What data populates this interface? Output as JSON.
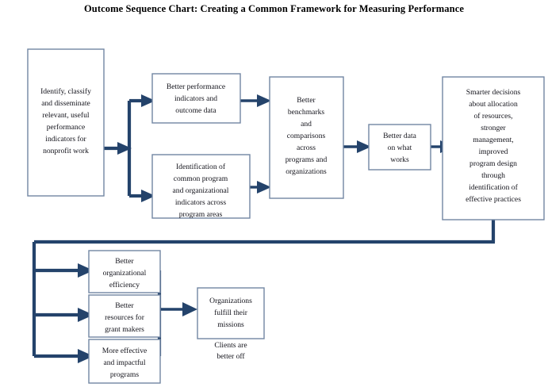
{
  "title": "Outcome Sequence Chart:  Creating a Common Framework for Measuring Performance",
  "colors": {
    "connector": "#24436b",
    "box_border": "#7186a3",
    "background": "#ffffff",
    "text": "#12121a"
  },
  "nodes": {
    "identify": {
      "id": "identify-classify-disseminate",
      "lines": [
        "Identify, classify",
        "and disseminate",
        "relevant, useful",
        "performance",
        "indicators for",
        "nonprofit work"
      ]
    },
    "better_performance": {
      "id": "better-performance-indicators",
      "lines": [
        "Better performance",
        "indicators and",
        "outcome data"
      ]
    },
    "identification_common": {
      "id": "identification-common-program",
      "lines": [
        "Identification of",
        "common program",
        "and organizational",
        "indicators across",
        "program areas"
      ]
    },
    "better_benchmarks": {
      "id": "better-benchmarks-comparisons",
      "lines": [
        "Better",
        "benchmarks",
        "and",
        "comparisons",
        "across",
        "programs and",
        "organizations"
      ]
    },
    "better_data": {
      "id": "better-data-on-what-works",
      "lines": [
        "Better data",
        "on what",
        "works"
      ]
    },
    "smarter_decisions": {
      "id": "smarter-decisions-allocation",
      "lines": [
        "Smarter decisions",
        "about allocation",
        "of resources,",
        "stronger",
        "management,",
        "improved",
        "program design",
        "through",
        "identification of",
        "effective practices"
      ]
    },
    "better_org_efficiency": {
      "id": "better-organizational-efficiency",
      "lines": [
        "Better",
        "organizational",
        "efficiency"
      ]
    },
    "better_resources": {
      "id": "better-resources-grant-makers",
      "lines": [
        "Better",
        "resources for",
        "grant makers"
      ]
    },
    "more_effective": {
      "id": "more-effective-impactful-programs",
      "lines": [
        "More effective",
        "and impactful",
        "programs"
      ]
    },
    "organizations_fulfill": {
      "id": "organizations-fulfill-missions",
      "lines": [
        "Organizations",
        "fulfill their",
        "missions"
      ]
    }
  },
  "free_text": {
    "clients_better_off": {
      "id": "clients-are-better-off",
      "lines": [
        "Clients are",
        "better off"
      ]
    }
  },
  "chart_data": {
    "type": "diagram",
    "diagram_kind": "flowchart",
    "title": "Outcome Sequence Chart:  Creating a Common Framework for Measuring Performance",
    "flow": [
      {
        "from": "Identify, classify and disseminate relevant, useful performance indicators for nonprofit work",
        "to": [
          "Better performance indicators and outcome data",
          "Identification of common program and organizational indicators across program areas"
        ]
      },
      {
        "from": "Better performance indicators and outcome data",
        "to": [
          "Better benchmarks and comparisons across programs and organizations"
        ]
      },
      {
        "from": "Identification of common program and organizational indicators across program areas",
        "to": [
          "Better benchmarks and comparisons across programs and organizations"
        ]
      },
      {
        "from": "Better benchmarks and comparisons across programs and organizations",
        "to": [
          "Better data on what works"
        ]
      },
      {
        "from": "Better data on what works",
        "to": [
          "Smarter decisions about allocation of resources, stronger management, improved program design through identification of effective practices"
        ]
      },
      {
        "from": "Smarter decisions about allocation of resources, stronger management, improved program design through identification of effective practices",
        "to": [
          "Better organizational efficiency",
          "Better resources for grant makers",
          "More effective and impactful programs"
        ]
      },
      {
        "from": [
          "Better organizational efficiency",
          "Better resources for grant makers",
          "More effective and impactful programs"
        ],
        "to": [
          "Organizations fulfill their missions"
        ]
      }
    ],
    "annotations": [
      "Clients are better off"
    ]
  }
}
